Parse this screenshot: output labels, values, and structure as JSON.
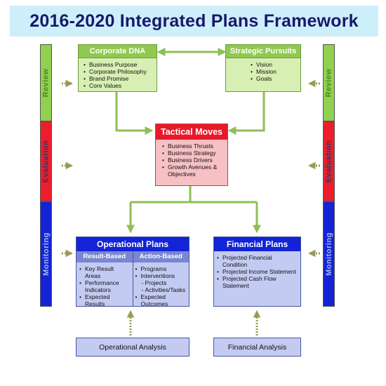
{
  "title": "2016-2020 Integrated Plans Framework",
  "side_labels": [
    "Review",
    "Evaluation",
    "Monitoring"
  ],
  "corporate_dna": {
    "title": "Corporate DNA",
    "items": [
      "Business Purpose",
      "Corporate Philosophy",
      "Brand Promise",
      "Core Values"
    ]
  },
  "strategic_pursuits": {
    "title": "Strategic Pursuits",
    "items": [
      "Vision",
      "Mission",
      "Goals"
    ]
  },
  "tactical_moves": {
    "title": "Tactical Moves",
    "items": [
      "Business Thrusts",
      "Business Strategy",
      "Business Drivers",
      "Growth Avenues &",
      "Objectives"
    ]
  },
  "operational_plans": {
    "title": "Operational Plans",
    "result_based": {
      "title": "Result-Based",
      "items": [
        "Key Result Areas",
        "Performance",
        "Indicators",
        "Expected Results"
      ]
    },
    "action_based": {
      "title": "Action-Based",
      "items": [
        "Programs",
        "Interventions",
        "Projects",
        "Activities/Tasks",
        "Expected Outcomes"
      ]
    }
  },
  "financial_plans": {
    "title": "Financial Plans",
    "items": [
      "Projected Financial Condition",
      "Projected Income Statement",
      "Projected Cash Flow Statement"
    ]
  },
  "operational_analysis": "Operational Analysis",
  "financial_analysis": "Financial Analysis",
  "colors": {
    "title_text": "#17196b",
    "title_bg": "#cdeffa",
    "green": "#92d050",
    "red": "#ee1d2b",
    "blue": "#1224d6",
    "connector": "#8fbe55"
  }
}
